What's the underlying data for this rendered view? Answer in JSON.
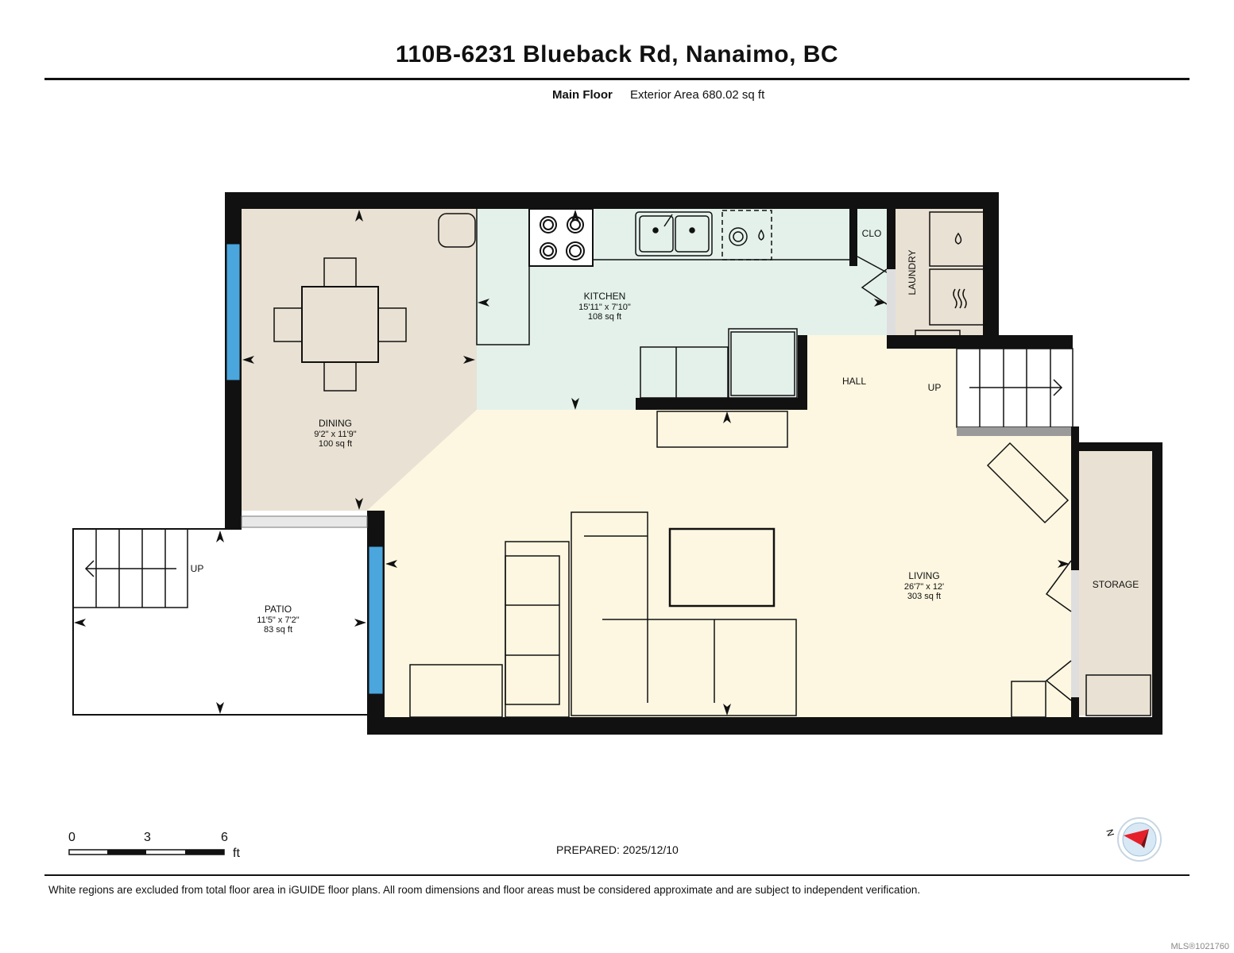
{
  "header": {
    "title": "110B-6231 Blueback Rd, Nanaimo, BC",
    "floor_name": "Main Floor",
    "exterior_area": "Exterior Area 680.02 sq ft"
  },
  "rooms": {
    "dining": {
      "name": "DINING",
      "dims": "9'2\" x 11'9\"",
      "area": "100 sq ft"
    },
    "kitchen": {
      "name": "KITCHEN",
      "dims": "15'11\" x 7'10\"",
      "area": "108 sq ft"
    },
    "living": {
      "name": "LIVING",
      "dims": "26'7\" x 12'",
      "area": "303 sq ft"
    },
    "patio": {
      "name": "PATIO",
      "dims": "11'5\" x 7'2\"",
      "area": "83 sq ft"
    },
    "hall": {
      "name": "HALL"
    },
    "clo": {
      "name": "CLO"
    },
    "laundry": {
      "name": "LAUNDRY"
    },
    "storage": {
      "name": "STORAGE"
    },
    "stairs_up_main": "UP",
    "stairs_up_patio": "UP"
  },
  "scale": {
    "ticks": [
      "0",
      "3",
      "6"
    ],
    "unit": "ft"
  },
  "compass": {
    "label": "N"
  },
  "footer": {
    "prepared": "PREPARED: 2025/12/10",
    "disclaimer": "White regions are excluded from total floor area in iGUIDE floor plans. All room dimensions and floor areas must be considered approximate and are subject to independent verification.",
    "mls": "MLS®1021760"
  },
  "colors": {
    "dining_fill": "#e9e1d3",
    "kitchen_fill": "#e3f1ea",
    "living_fill": "#fdf7e1",
    "laundry_fill": "#e9e1d3",
    "storage_fill": "#e9e1d3",
    "window_blue": "#4aa6dc",
    "wall": "#111111",
    "compass_red": "#e5202a"
  }
}
